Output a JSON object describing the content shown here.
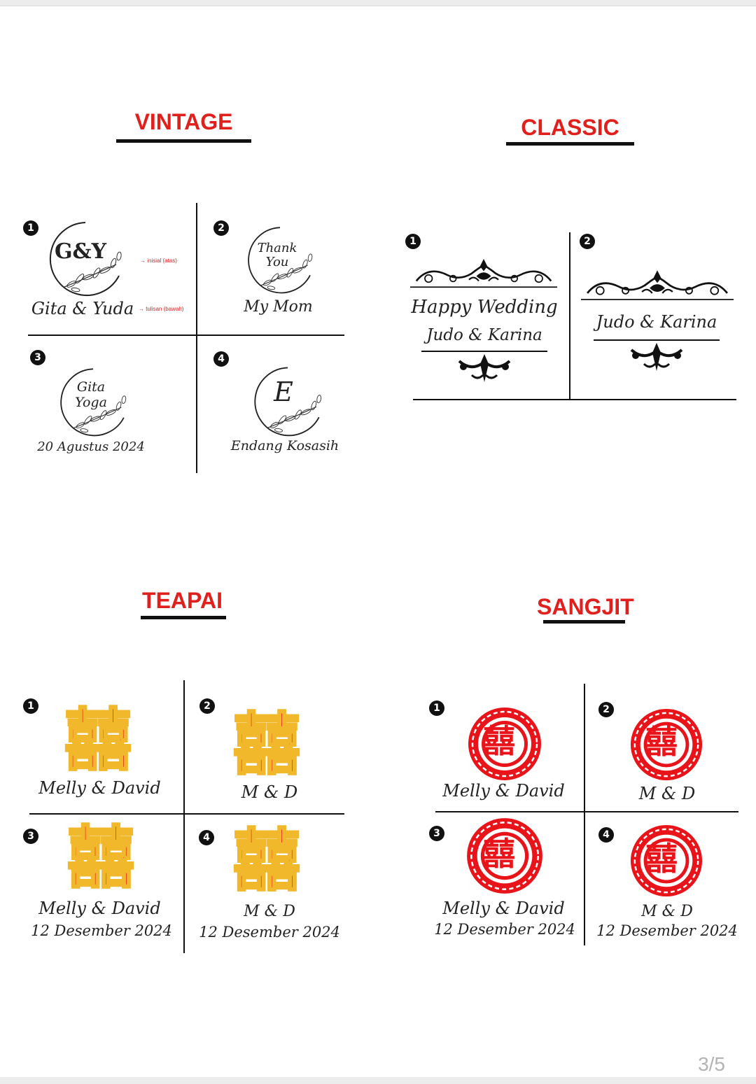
{
  "sections": {
    "vintage": {
      "title": "VINTAGE",
      "items": [
        {
          "number": "1",
          "top": "G&Y",
          "bottom": "Gita & Yuda",
          "note_top": "→ inisial (atas)",
          "note_bottom": "→ tulisan (bawah)"
        },
        {
          "number": "2",
          "top_line1": "Thank",
          "top_line2": "You",
          "bottom": "My Mom"
        },
        {
          "number": "3",
          "top_line1": "Gita",
          "top_line2": "Yoga",
          "bottom": "20 Agustus 2024"
        },
        {
          "number": "4",
          "top": "E",
          "bottom": "Endang Kosasih"
        }
      ]
    },
    "classic": {
      "title": "CLASSIC",
      "items": [
        {
          "number": "1",
          "line1": "Happy Wedding",
          "line2": "Judo & Karina"
        },
        {
          "number": "2",
          "line1": "Judo & Karina"
        }
      ]
    },
    "teapai": {
      "title": "TEAPAI",
      "items": [
        {
          "number": "1",
          "line1": "Melly & David"
        },
        {
          "number": "2",
          "line1": "M & D"
        },
        {
          "number": "3",
          "line1": "Melly & David",
          "line2": "12 Desember 2024"
        },
        {
          "number": "4",
          "line1": "M & D",
          "line2": "12 Desember 2024"
        }
      ]
    },
    "sangjit": {
      "title": "SANGJIT",
      "items": [
        {
          "number": "1",
          "line1": "Melly & David"
        },
        {
          "number": "2",
          "line1": "M & D"
        },
        {
          "number": "3",
          "line1": "Melly & David",
          "line2": "12 Desember 2024"
        },
        {
          "number": "4",
          "line1": "M & D",
          "line2": "12 Desember 2024"
        }
      ]
    }
  },
  "double_happiness_glyph": "囍",
  "colors": {
    "accent_red": "#e0201c",
    "gold": "#e8b020",
    "ink": "#111111"
  },
  "pager": "3/5"
}
